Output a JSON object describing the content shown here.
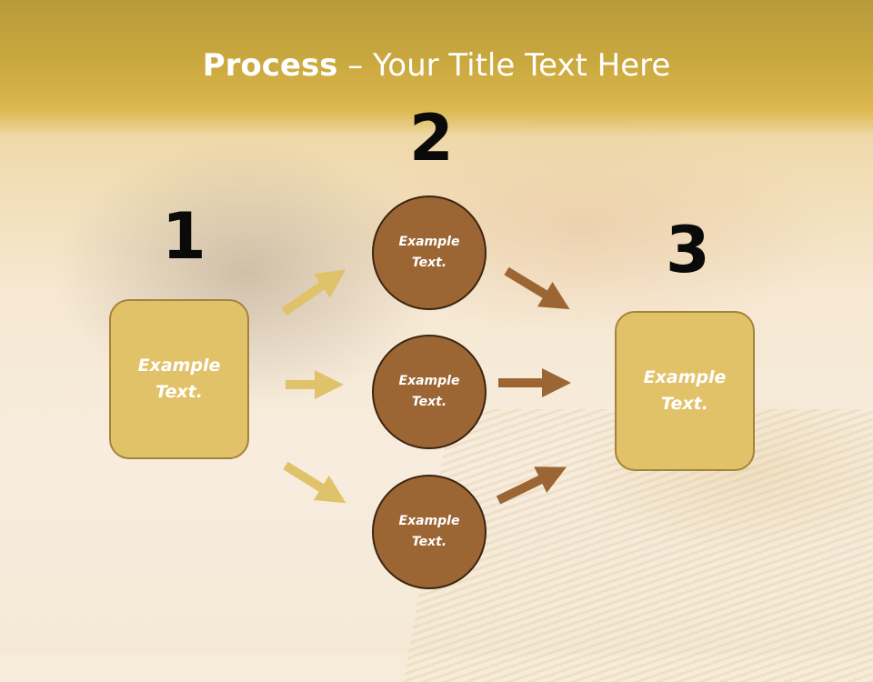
{
  "slide": {
    "title_bold": "Process",
    "title_rest": " – Your Title Text Here",
    "steps": [
      {
        "number": "1",
        "text": "Example\nText."
      },
      {
        "number": "2",
        "text": "Example\nText."
      },
      {
        "number": "3",
        "text": "Example\nText."
      }
    ],
    "circles": [
      {
        "text": "Example\nText."
      },
      {
        "text": "Example\nText."
      },
      {
        "text": "Example\nText."
      }
    ]
  },
  "colors": {
    "title_band": "#c9a83e",
    "box_fill": "#e2c269",
    "circle_fill": "#9c6634",
    "arrow_light": "#e0c26a",
    "arrow_dark": "#9c6634"
  }
}
